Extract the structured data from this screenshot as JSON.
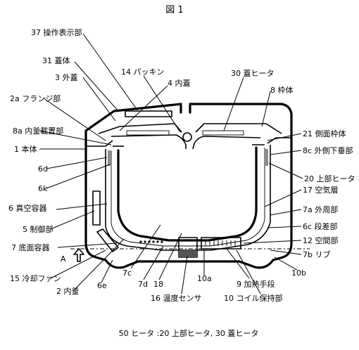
{
  "figure": {
    "title": "図 1",
    "caption": "50 ヒータ :20 上部ヒータ, 30 蓋ヒータ"
  },
  "labels": {
    "l37": "37 操作表示部",
    "l31": "31 蓋体",
    "l3": "3 外蓋",
    "l14": "14 パッキン",
    "l4": "4 内蓋",
    "l30": "30 蓋ヒータ",
    "l8": "8 枠体",
    "l2a": "2a フランジ部",
    "l8a": "8a 内釜載置部",
    "l1": "1 本体",
    "l6d": "6d",
    "l6k": "6k",
    "l6": "6 真空容器",
    "l5": "5 制御部",
    "l7": "7 底面容器",
    "lA": "A",
    "l15": "15 冷却ファン",
    "l2": "2 内釜",
    "l6e": "6e",
    "l7c": "7c",
    "l7d": "7d",
    "l18": "18",
    "l16": "16 温度センサ",
    "l10a": "10a",
    "l9": "9 加熱手段",
    "l10": "10 コイル保持部",
    "l10b": "10b",
    "l21": "21 側面枠体",
    "l8c": "8c 外側下垂部",
    "l20": "20 上部ヒータ",
    "l17": "17 空気層",
    "l7a": "7a 外周部",
    "l6c": "6c 段差部",
    "l12": "12 空間部",
    "l7b": "7b リブ"
  }
}
